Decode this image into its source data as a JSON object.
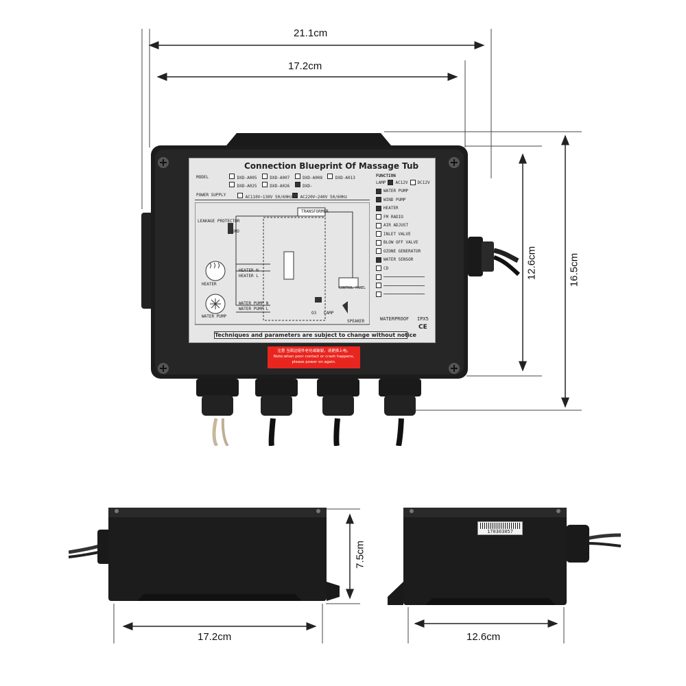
{
  "dimensions": {
    "top_width_outer": "21.1cm",
    "top_width_inner": "17.2cm",
    "height_inner": "12.6cm",
    "height_outer": "16.5cm",
    "side_height": "7.5cm",
    "front_width": "17.2cm",
    "side_width": "12.6cm"
  },
  "panel": {
    "title": "Connection Blueprint Of Massage Tub",
    "model_label": "MODEL",
    "models": [
      "DXD-A005",
      "DXD-A007",
      "DXD-A008",
      "DXD-A013",
      "DXD-A025",
      "DXD-A026",
      "DXD-"
    ],
    "power_label": "POWER SUPPLY",
    "power_options": [
      "AC110V~130V 50/60Hz",
      "AC220V~240V 50/60Hz"
    ],
    "function_label": "FUNCTION",
    "lamp_label": "LAMP",
    "lamp_options": [
      "AC12V",
      "DC12V"
    ],
    "functions": [
      {
        "label": "WATER PUMP",
        "checked": true
      },
      {
        "label": "WIND PUMP",
        "checked": true
      },
      {
        "label": "HEATER",
        "checked": true
      },
      {
        "label": "FM RADIO",
        "checked": false
      },
      {
        "label": "AIR ADJUST",
        "checked": false
      },
      {
        "label": "INLET VALVE",
        "checked": false
      },
      {
        "label": "BLOW OFF VALVE",
        "checked": false
      },
      {
        "label": "OZONE GENERATOR",
        "checked": false
      },
      {
        "label": "WATER SENSOR",
        "checked": true
      },
      {
        "label": "CD",
        "checked": false
      }
    ],
    "waterproof_label": "WATERPROOF",
    "waterproof_rating": "IPX5",
    "ce_mark": "CE",
    "diagram_labels": {
      "leakage": "LEAKAGE PROTECTOR",
      "gnd": "GND",
      "transformer": "TRANSFORMER",
      "heater": "HEATER",
      "heater_n": "HEATER N",
      "heater_l": "HEATER L",
      "water_pump": "WATER PUMP",
      "water_pump_n": "WATER PUMP N",
      "water_pump_l": "WATER PUMP L",
      "control_panel": "CONTROL PANEL",
      "o3": "O3",
      "lamp": "LAMP",
      "speaker": "SPEAKER"
    },
    "footer": "Techniques and parameters are subject to change without notice"
  },
  "warning": {
    "cn": "注意 当周边组件老化或破裂，请更换上电。",
    "en1": "Note:when poor contact or crash happens,",
    "en2": "please power on again."
  },
  "barcode": "170303057",
  "colors": {
    "housing": "#1c1c1c",
    "panel": "#e6e6e6",
    "warning": "#e8261f",
    "dimension_line": "#222222"
  }
}
